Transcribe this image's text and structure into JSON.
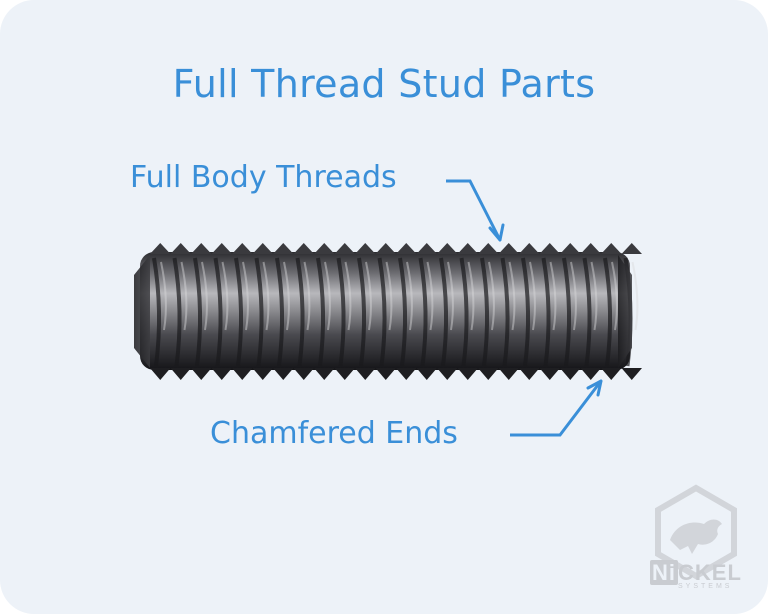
{
  "title": "Full Thread Stud Parts",
  "labels": {
    "threads": "Full Body Threads",
    "ends": "Chamfered Ends"
  },
  "logo": {
    "prefix": "Ni",
    "rest": "CKEL",
    "sub": "SYSTEMS"
  },
  "colors": {
    "background": "#edf2f8",
    "accent": "#3a8fd8",
    "stud_metal": "#6e6e72",
    "logo": "#c9ccd1"
  },
  "icons": [
    "nickel-systems-logo-icon",
    "bull-icon"
  ]
}
